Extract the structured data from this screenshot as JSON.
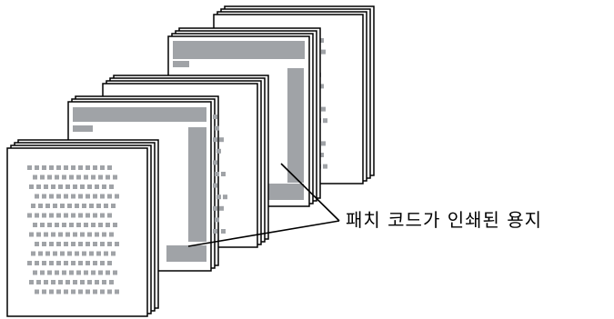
{
  "callout": {
    "label": "패치 코드가 인쇄된 용지"
  },
  "stacks": [
    {
      "id": "back",
      "sheets": 4
    },
    {
      "id": "upper-middle",
      "sheets": 4
    },
    {
      "id": "lower-middle",
      "sheets": 4
    },
    {
      "id": "front",
      "sheets": 4
    }
  ],
  "colors": {
    "patch": "#a0a3a7",
    "outline": "#000000",
    "paper": "#ffffff"
  }
}
